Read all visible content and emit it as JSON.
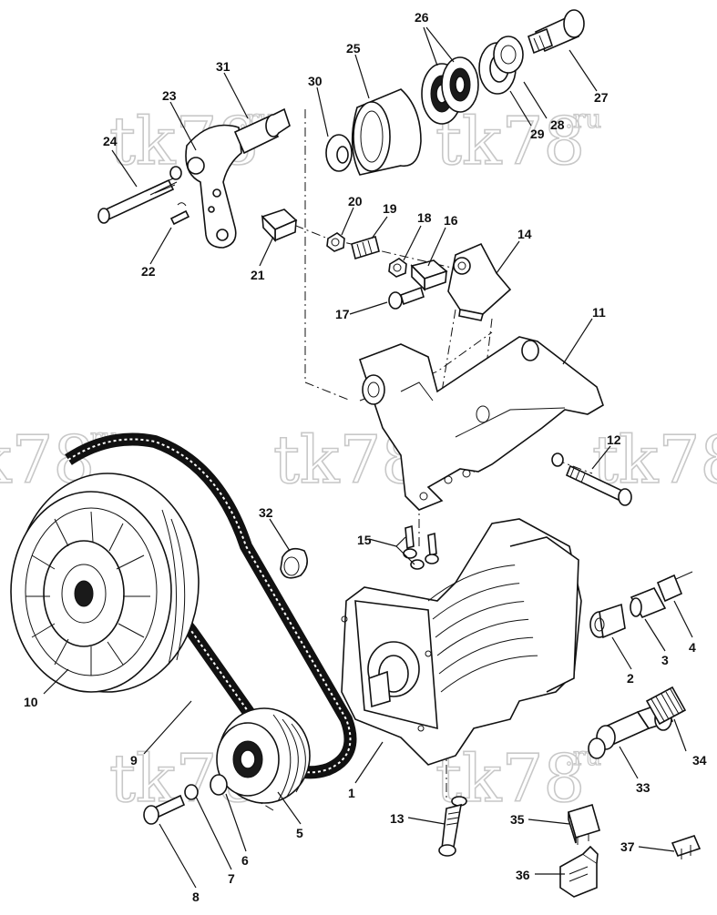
{
  "diagram": {
    "callouts": [
      {
        "id": "1",
        "label": "1"
      },
      {
        "id": "2",
        "label": "2"
      },
      {
        "id": "3",
        "label": "3"
      },
      {
        "id": "4",
        "label": "4"
      },
      {
        "id": "5",
        "label": "5"
      },
      {
        "id": "6",
        "label": "6"
      },
      {
        "id": "7",
        "label": "7"
      },
      {
        "id": "8",
        "label": "8"
      },
      {
        "id": "9",
        "label": "9"
      },
      {
        "id": "10",
        "label": "10"
      },
      {
        "id": "11",
        "label": "11"
      },
      {
        "id": "12",
        "label": "12"
      },
      {
        "id": "13",
        "label": "13"
      },
      {
        "id": "14",
        "label": "14"
      },
      {
        "id": "15",
        "label": "15"
      },
      {
        "id": "16",
        "label": "16"
      },
      {
        "id": "17",
        "label": "17"
      },
      {
        "id": "18",
        "label": "18"
      },
      {
        "id": "19",
        "label": "19"
      },
      {
        "id": "20",
        "label": "20"
      },
      {
        "id": "21",
        "label": "21"
      },
      {
        "id": "22",
        "label": "22"
      },
      {
        "id": "23",
        "label": "23"
      },
      {
        "id": "24",
        "label": "24"
      },
      {
        "id": "25",
        "label": "25"
      },
      {
        "id": "26",
        "label": "26"
      },
      {
        "id": "27",
        "label": "27"
      },
      {
        "id": "28",
        "label": "28"
      },
      {
        "id": "29",
        "label": "29"
      },
      {
        "id": "30",
        "label": "30"
      },
      {
        "id": "31",
        "label": "31"
      },
      {
        "id": "32",
        "label": "32"
      },
      {
        "id": "33",
        "label": "33"
      },
      {
        "id": "34",
        "label": "34"
      },
      {
        "id": "35",
        "label": "35"
      },
      {
        "id": "36",
        "label": "36"
      },
      {
        "id": "37",
        "label": "37"
      }
    ],
    "watermark": "tk78",
    "watermark_suffix": ".ru"
  }
}
